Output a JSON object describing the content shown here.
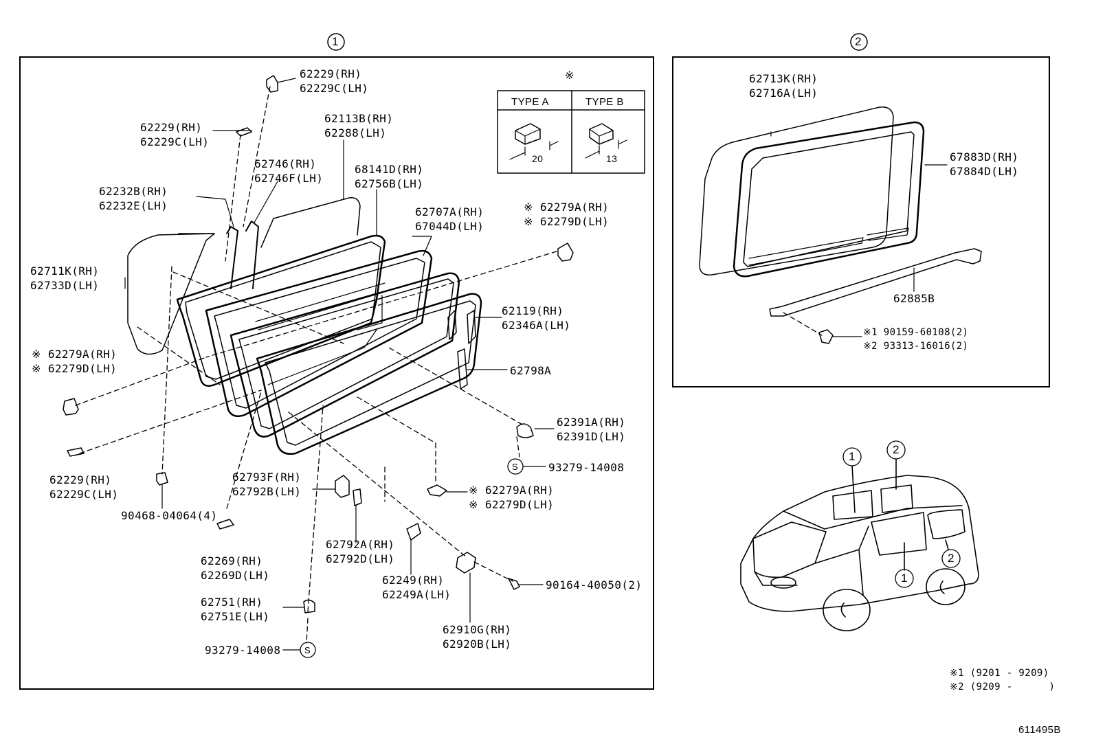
{
  "panel1": {
    "marker": "1",
    "labels": {
      "p62229_top": [
        "62229(RH)",
        "62229C(LH)"
      ],
      "p62229_left": [
        "62229(RH)",
        "62229C(LH)"
      ],
      "p62113b": [
        "62113B(RH)",
        "62288(LH)"
      ],
      "p62746": [
        "62746(RH)",
        "62746F(LH)"
      ],
      "p68141d": [
        "68141D(RH)",
        "62756B(LH)"
      ],
      "p62232b": [
        "62232B(RH)",
        "62232E(LH)"
      ],
      "p62707a": [
        "62707A(RH)",
        "67044D(LH)"
      ],
      "p62279a_right": [
        "※ 62279A(RH)",
        "※ 62279D(LH)"
      ],
      "p62711k": [
        "62711K(RH)",
        "62733D(LH)"
      ],
      "p62119": [
        "62119(RH)",
        "62346A(LH)"
      ],
      "p62279a_left": [
        "※ 62279A(RH)",
        "※ 62279D(LH)"
      ],
      "p62798a": [
        "62798A"
      ],
      "p62391a": [
        "62391A(RH)",
        "62391D(LH)"
      ],
      "p93279_right": [
        "93279-14008"
      ],
      "p62229_bottom": [
        "62229(RH)",
        "62229C(LH)"
      ],
      "p62793f": [
        "62793F(RH)",
        "62792B(LH)"
      ],
      "p62279a_bottom": [
        "※ 62279A(RH)",
        "※ 62279D(LH)"
      ],
      "p90468": [
        "90468-04064(4)"
      ],
      "p62269": [
        "62269(RH)",
        "62269D(LH)"
      ],
      "p62792a": [
        "62792A(RH)",
        "62792D(LH)"
      ],
      "p62249": [
        "62249(RH)",
        "62249A(LH)"
      ],
      "p90164": [
        "90164-40050(2)"
      ],
      "p62751": [
        "62751(RH)",
        "62751E(LH)"
      ],
      "p62910g": [
        "62910G(RH)",
        "62920B(LH)"
      ],
      "p93279_bottom": [
        "93279-14008"
      ]
    },
    "type_table": {
      "note_mark": "※",
      "type_a": "TYPE A",
      "type_b": "TYPE B",
      "dim_a": "20",
      "dim_b": "13"
    },
    "s_symbol": "S"
  },
  "panel2": {
    "marker": "2",
    "labels": {
      "p62713k": [
        "62713K(RH)",
        "62716A(LH)"
      ],
      "p67883d": [
        "67883D(RH)",
        "67884D(LH)"
      ],
      "p62885b": [
        "62885B"
      ],
      "p90159": [
        "※1 90159-60108(2)",
        "※2 93313-16016(2)"
      ]
    }
  },
  "vehicle": {
    "markers": [
      "1",
      "2",
      "1",
      "2"
    ]
  },
  "notes": [
    "※1 (9201 - 9209)",
    "※2 (9209 -      )"
  ],
  "drawing_id": "611495B"
}
